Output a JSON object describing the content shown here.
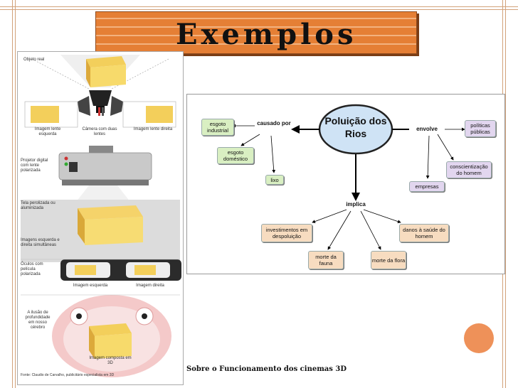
{
  "slide": {
    "title": "Exemplos",
    "caption": "Sobre o Funcionamento dos cinemas 3D"
  },
  "diagram_3d": {
    "objeto_real": "Objeto real",
    "imagem_lente_esquerda": "Imagem lente esquerda",
    "camera": "Câmera com duas lentes",
    "imagem_lente_direita": "Imagem lente direita",
    "projetor": "Projetor digital com lente polarizada",
    "tela": "Tela perolizada ou aluminizada",
    "imagens_simultaneas": "Imagens esquerda e direita simultâneas",
    "oculos": "Óculos com película polarizada",
    "imagem_esquerda": "Imagem esquerda",
    "imagem_direita": "Imagem direita",
    "ilusao": "A ilusão de profundidade em nosso cérebro",
    "imagem_composta": "Imagem composta em 3D",
    "fonte": "Fonte: Claudio de Carvalho, publicitário especialista em 3D"
  },
  "concept_map": {
    "center": "Poluição dos Rios",
    "causado_por": "causado por",
    "esgoto_industrial": "esgoto industrial",
    "esgoto_domestico": "esgoto doméstico",
    "lixo": "lixo",
    "envolve": "envolve",
    "politicas_publicas": "políticas públicas",
    "conscientizacao": "conscientização do homem",
    "empresas": "empresas",
    "implica": "implica",
    "investimentos": "investimentos em despoluição",
    "danos": "danos à saúde do homem",
    "morte_fauna": "morte da fauna",
    "morte_flora": "morte da flora"
  },
  "colors": {
    "title_bar": "#e57f35",
    "accent_circle": "#ee9159",
    "guide_lines": "#d2a27a",
    "node_green": "#d9efc2",
    "node_violet": "#e2d6ef",
    "node_orange": "#f7dcc0"
  }
}
